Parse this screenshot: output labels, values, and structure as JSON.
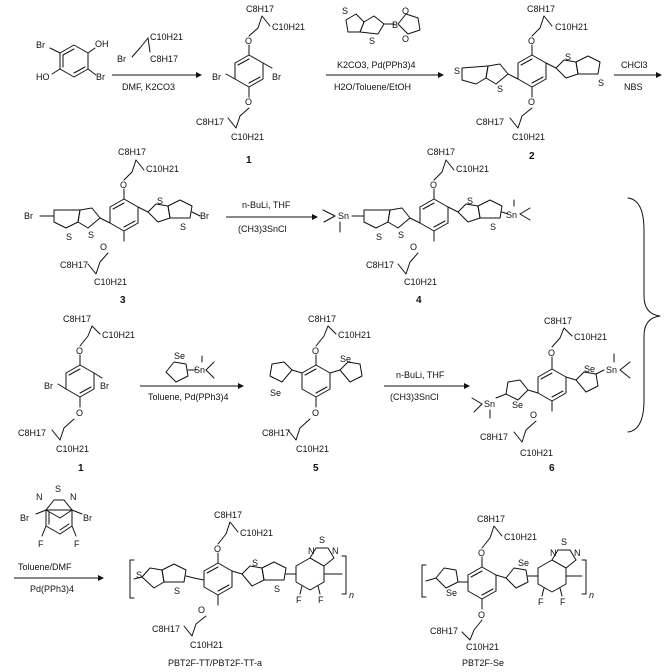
{
  "reagents": {
    "alkyl_bromide": {
      "br": "Br",
      "c10": "C10H21",
      "c8": "C8H17"
    },
    "boronic_ester": {
      "s": "S",
      "b": "B",
      "o1": "O",
      "o2": "O"
    },
    "stannyl_selenophene": {
      "se": "Se",
      "sn": "Sn"
    },
    "btz": {
      "br1": "Br",
      "br2": "Br",
      "n1": "N",
      "n2": "N",
      "s": "S",
      "f1": "F",
      "f2": "F"
    }
  },
  "reactions": {
    "r1_above": "",
    "r1_below": "DMF, K2CO3",
    "r2_above": "K2CO3, Pd(PPh3)4",
    "r2_below": "H2O/Toluene/EtOH",
    "r3_above": "CHCl3",
    "r3_below": "NBS",
    "r4_above": "n-BuLi, THF",
    "r4_below": "(CH3)3SnCl",
    "r5_below": "Toluene, Pd(PPh3)4",
    "r6_above": "n-BuLi, THF",
    "r6_below": "(CH3)3SnCl",
    "r7_above": "Toluene/DMF",
    "r7_below": "Pd(PPh3)4"
  },
  "compounds": {
    "c1": "1",
    "c2": "2",
    "c3": "3",
    "c4": "4",
    "c1b": "1",
    "c5": "5",
    "c6": "6"
  },
  "atoms": {
    "oh": "OH",
    "ho": "HO",
    "br": "Br",
    "o": "O",
    "s": "S",
    "se": "Se",
    "sn": "Sn",
    "c8": "C8H17",
    "c10": "C10H21",
    "f": "F",
    "n": "N",
    "n_sub": "n"
  },
  "polymers": {
    "p1": "PBT2F-TT/PBT2F-TT-a",
    "p2": "PBT2F-Se"
  }
}
